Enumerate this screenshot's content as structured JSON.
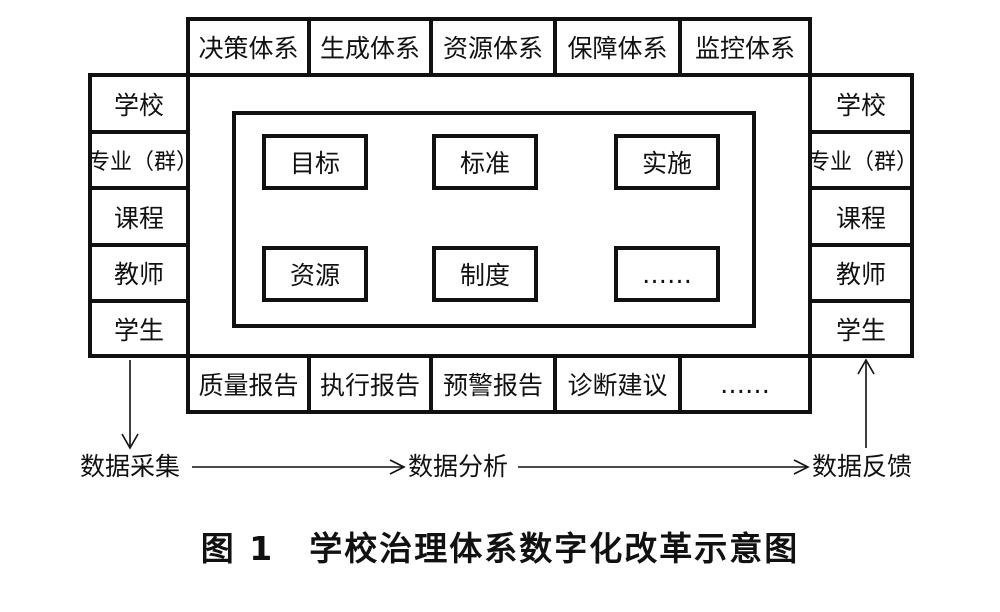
{
  "top_systems": [
    "决策体系",
    "生成体系",
    "资源体系",
    "保障体系",
    "监控体系"
  ],
  "bottom_reports": [
    "质量报告",
    "执行报告",
    "预警报告",
    "诊断建议",
    "……"
  ],
  "left_levels": [
    "学校",
    "专业（群）",
    "课程",
    "教师",
    "学生"
  ],
  "right_levels": [
    "学校",
    "专业（群）",
    "课程",
    "教师",
    "学生"
  ],
  "core_items": [
    "目标",
    "标准",
    "实施",
    "资源",
    "制度",
    "……"
  ],
  "flow": {
    "collect": "数据采集",
    "analyze": "数据分析",
    "feedback": "数据反馈"
  },
  "caption": "图 1　学校治理体系数字化改革示意图"
}
